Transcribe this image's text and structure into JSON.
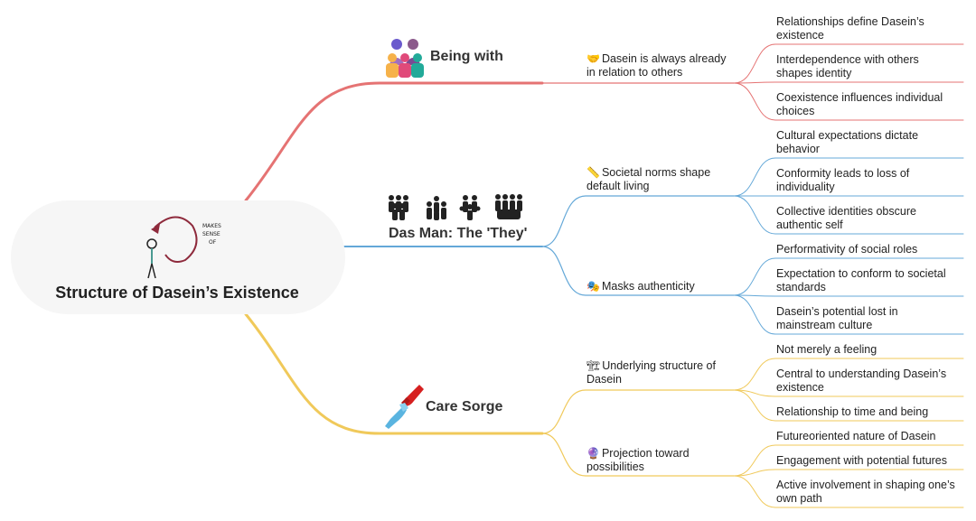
{
  "root": {
    "title": "Structure of Dasein’s Existence",
    "sketch_text_lines": [
      "MAKES",
      "SENSE",
      "OF"
    ],
    "sketch_icon": "figure-making-sense-icon"
  },
  "branches": [
    {
      "title": "Being with",
      "icon": "group-of-people-icon",
      "color": "#e57373",
      "subtopics": [
        {
          "emoji": "🤝",
          "text": "Dasein is always already in relation to others",
          "leaves": [
            "Relationships define Dasein’s existence",
            "Interdependence with others shapes identity",
            "Coexistence influences individual choices"
          ]
        }
      ]
    },
    {
      "title": "Das Man: The 'They'",
      "icon": "crowd-icon",
      "color": "#64a8d8",
      "subtopics": [
        {
          "emoji": "📏",
          "text": "Societal norms shape default living",
          "leaves": [
            "Cultural expectations dictate behavior",
            "Conformity leads to loss of individuality",
            "Collective identities obscure authentic self"
          ]
        },
        {
          "emoji": "🎭",
          "text": "Masks authenticity",
          "leaves": [
            "Performativity of social roles",
            "Expectation to conform to societal standards",
            "Dasein’s potential lost in mainstream culture"
          ]
        }
      ]
    },
    {
      "title": "Care Sorge",
      "icon": "helping-hands-icon",
      "color": "#f0c95a",
      "subtopics": [
        {
          "emoji": "🏗",
          "text": "Underlying structure of Dasein",
          "leaves": [
            "Not merely a feeling",
            "Central to understanding Dasein’s existence",
            "Relationship to time and being"
          ]
        },
        {
          "emoji": "🔮",
          "text": "Projection toward possibilities",
          "leaves": [
            "Futureoriented nature of Dasein",
            "Engagement with potential futures",
            "Active involvement in shaping one’s own path"
          ]
        }
      ]
    }
  ]
}
